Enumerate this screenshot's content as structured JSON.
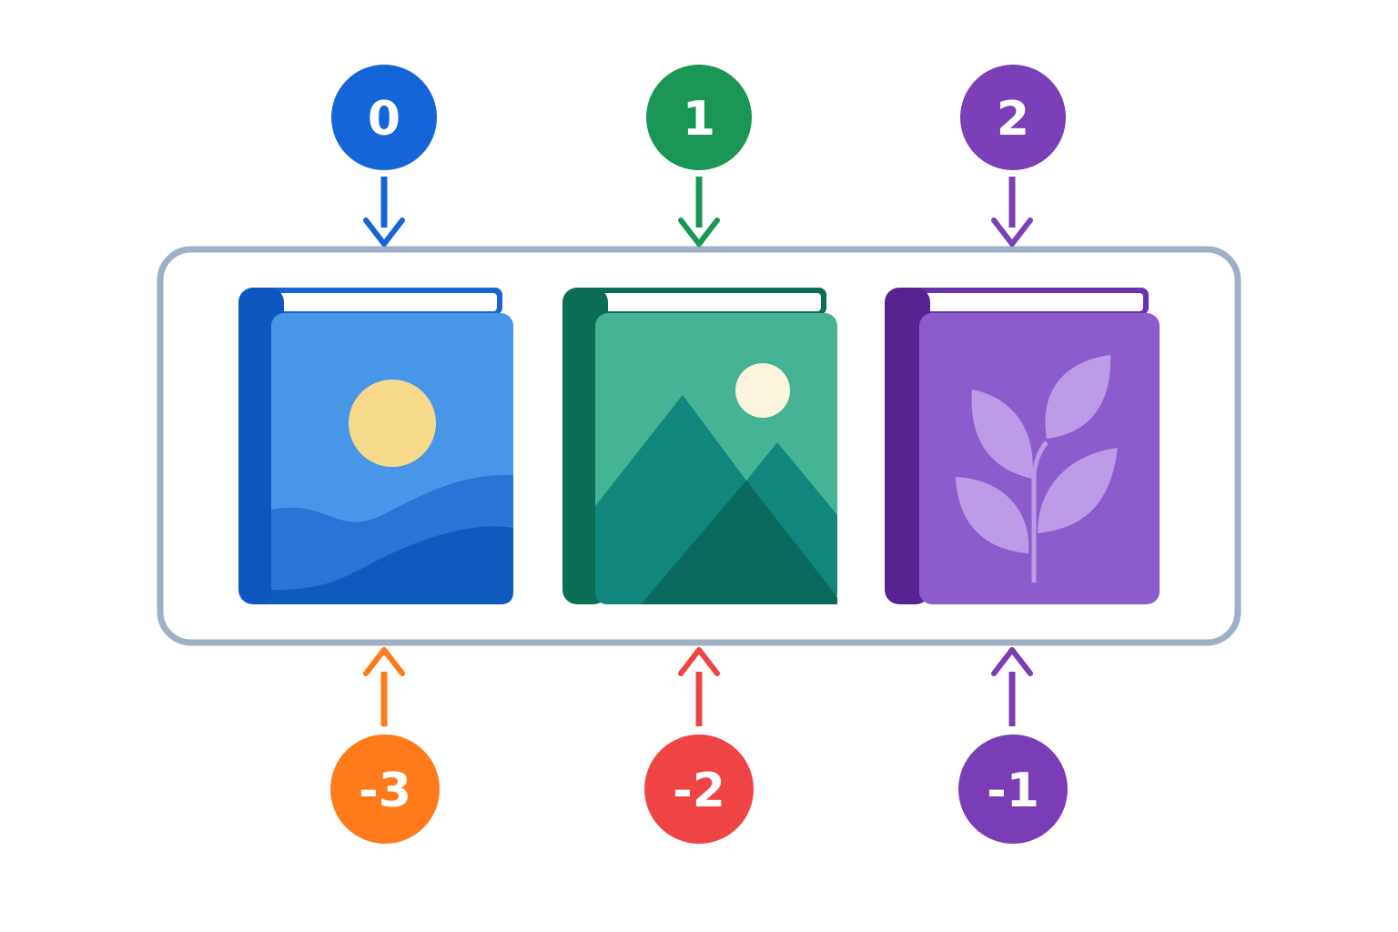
{
  "colors": {
    "frame": "#9fb0c6",
    "blue": "#1565d8",
    "green": "#1a9656",
    "purple_top": "#7b3fb8",
    "orange": "#ff7a1a",
    "red": "#ef4444",
    "purple_bottom": "#7a3db6",
    "cover_blue": "#4796e8",
    "cover_green": "#45b394",
    "cover_purple": "#8a5ccc"
  },
  "books": [
    {
      "cover": "ocean-sun-cover",
      "icon": "sun-waves-icon"
    },
    {
      "cover": "mountain-cover",
      "icon": "mountain-icon"
    },
    {
      "cover": "leaf-cover",
      "icon": "leaf-branch-icon"
    }
  ],
  "positive_indices": [
    {
      "label": "0",
      "color": "#1565d8"
    },
    {
      "label": "1",
      "color": "#1a9656"
    },
    {
      "label": "2",
      "color": "#7b3fb8"
    }
  ],
  "negative_indices": [
    {
      "label": "-3",
      "color": "#ff7a1a"
    },
    {
      "label": "-2",
      "color": "#ef4444"
    },
    {
      "label": "-1",
      "color": "#7a3db6"
    }
  ]
}
